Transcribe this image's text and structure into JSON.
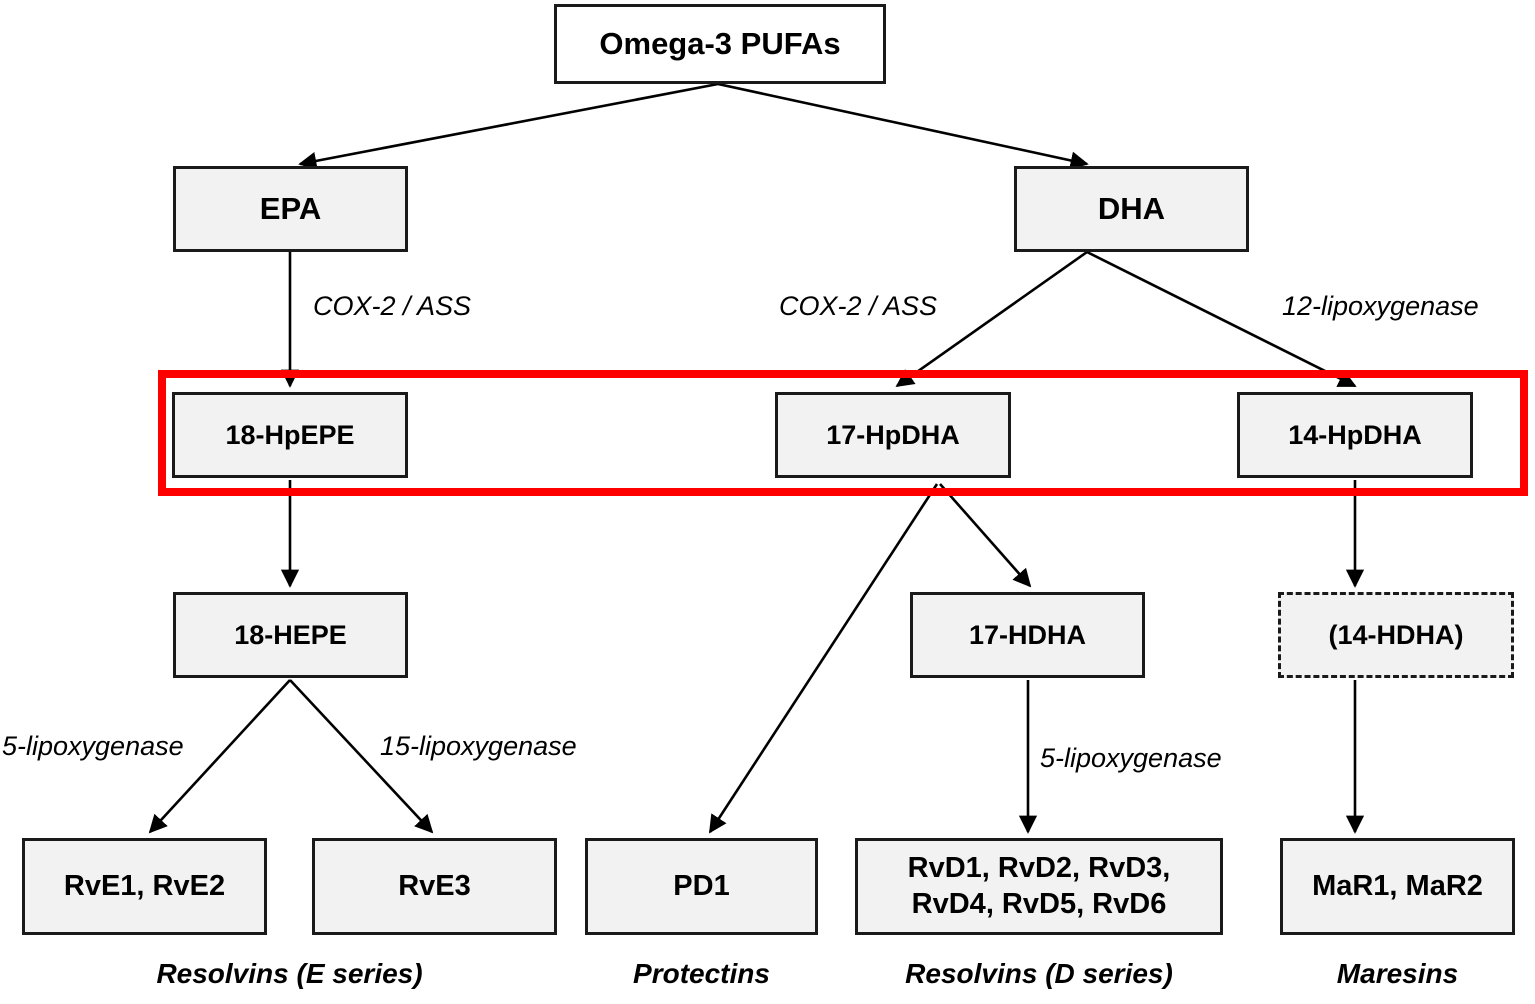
{
  "diagram": {
    "title_box": "Omega-3 PUFAs",
    "highlight_color": "#ff0000",
    "node_fill": "#f2f2f2",
    "node_stroke": "#1a1a1a"
  },
  "nodes": {
    "omega3": "Omega-3 PUFAs",
    "epa": "EPA",
    "dha": "DHA",
    "hpepe18": "18-HpEPE",
    "hpdha17": "17-HpDHA",
    "hpdha14": "14-HpDHA",
    "hepe18": "18-HEPE",
    "hdha17": "17-HDHA",
    "hdha14": "(14-HDHA)",
    "rve12": "RvE1, RvE2",
    "rve3": "RvE3",
    "pd1": "PD1",
    "rvd_line1": "RvD1, RvD2, RvD3,",
    "rvd_line2": "RvD4, RvD5, RvD6",
    "mar": "MaR1, MaR2"
  },
  "enzymes": {
    "epa_to_hpepe": "COX-2 / ASS",
    "dha_to_hpdha17": "COX-2 / ASS",
    "dha_to_hpdha14": "12-lipoxygenase",
    "hepe_to_rve12": "5-lipoxygenase",
    "hepe_to_rve3": "15-lipoxygenase",
    "hdha17_to_rvd": "5-lipoxygenase"
  },
  "families": {
    "resolvins_e": "Resolvins (E series)",
    "protectins": "Protectins",
    "resolvins_d": "Resolvins (D series)",
    "maresins": "Maresins"
  }
}
